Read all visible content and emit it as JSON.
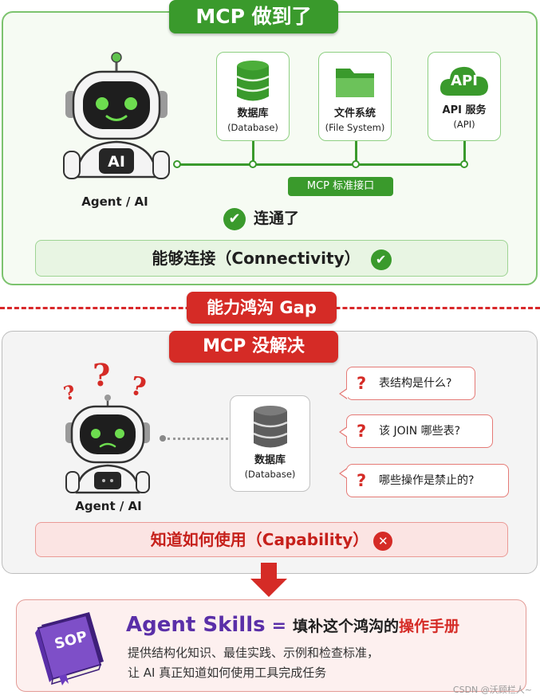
{
  "top": {
    "title": "MCP 做到了",
    "agent_label": "Agent / AI",
    "robot_badge": "AI",
    "resources": [
      {
        "label": "数据库",
        "sub": "(Database)",
        "icon": "database-icon"
      },
      {
        "label": "文件系统",
        "sub": "(File System)",
        "icon": "folder-icon"
      },
      {
        "label": "API 服务",
        "sub": "(API)",
        "icon": "cloud-api-icon",
        "icon_text": "API"
      }
    ],
    "interface_label": "MCP 标准接口",
    "connected": "连通了",
    "capability": "能够连接（Connectivity）"
  },
  "divider": {
    "label": "能力鸿沟 Gap"
  },
  "bottom": {
    "title": "MCP 没解决",
    "agent_label": "Agent / AI",
    "database": {
      "label": "数据库",
      "sub": "(Database)"
    },
    "questions": [
      "表结构是什么?",
      "该 JOIN 哪些表?",
      "哪些操作是禁止的?"
    ],
    "capability": "知道如何使用（Capability）"
  },
  "skills": {
    "book_label": "SOP",
    "name": "Agent Skills",
    "equals": "=",
    "fill": "填补这个鸿沟的",
    "manual": "操作手册",
    "desc_line1": "提供结构化知识、最佳实践、示例和检查标准，",
    "desc_line2": "让 AI 真正知道如何使用工具完成任务"
  },
  "watermark": "CSDN @沃顾栏人~",
  "colors": {
    "green": "#3a9a2c",
    "red": "#d52b26",
    "purple": "#5a2fa8"
  }
}
